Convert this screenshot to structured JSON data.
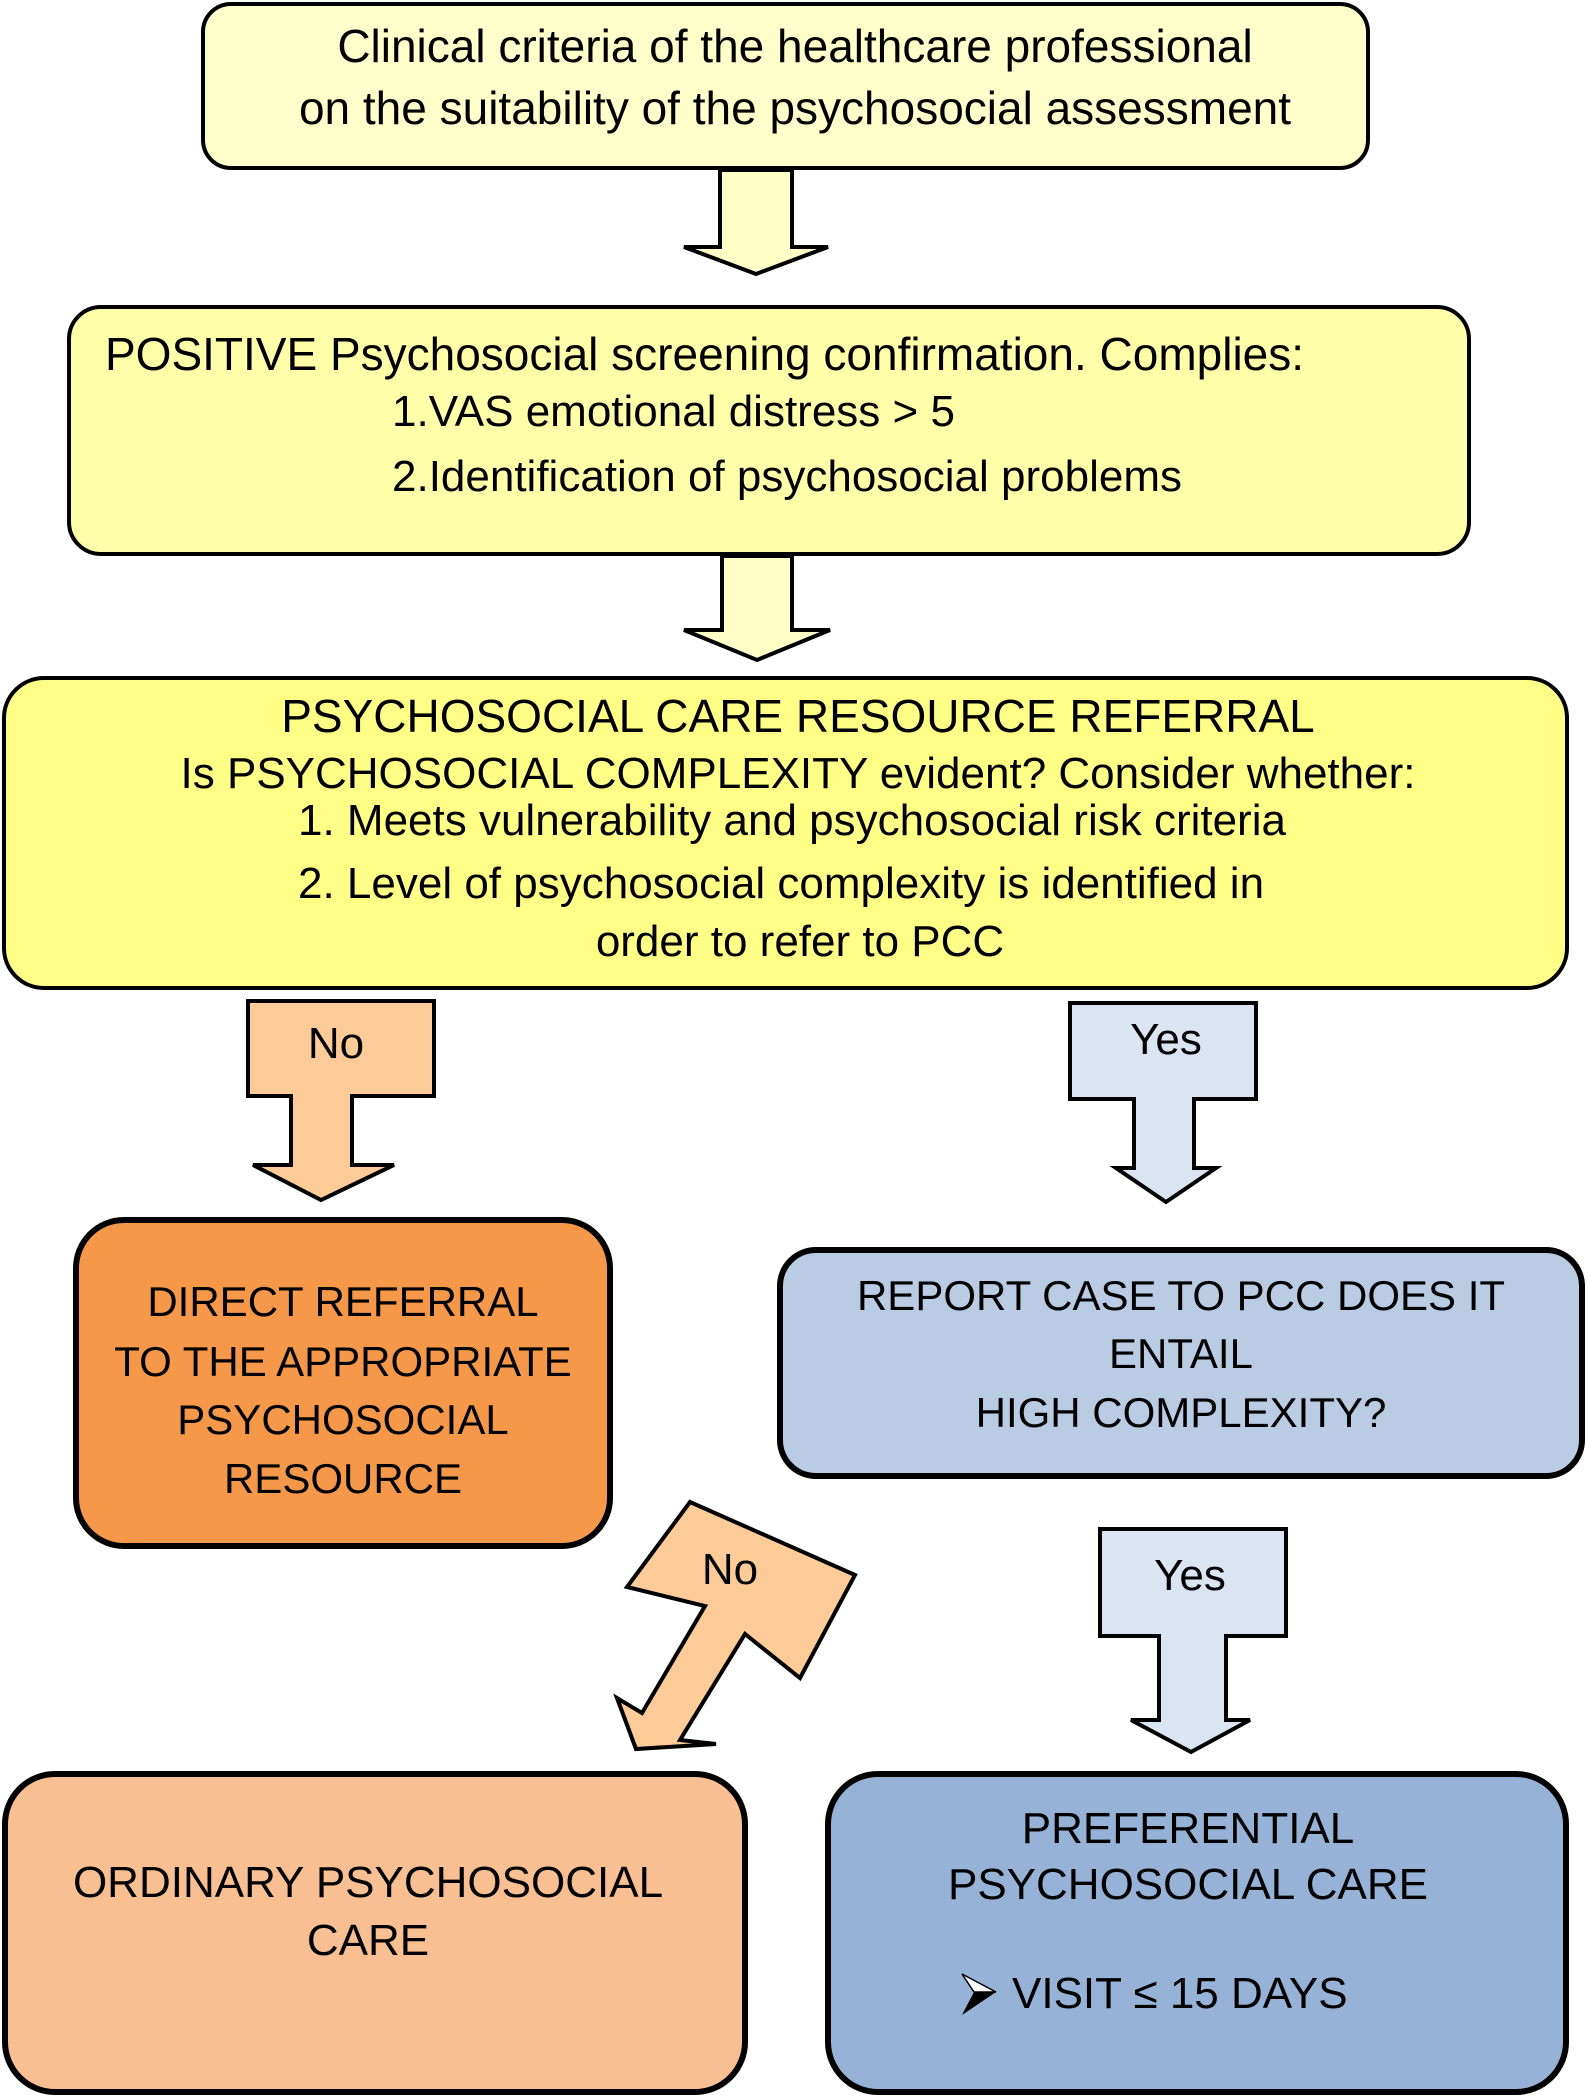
{
  "colors": {
    "box_light_cream": "#FFFFCC",
    "box_cream": "#FFFFAA",
    "box_yellow": "#FFFF88",
    "arrow_yellow": "#FFFFC8",
    "box_orange_dark": "#F5984A",
    "box_orange_light": "#F8C092",
    "arrow_orange": "#FCCB98",
    "box_blue_light": "#B9CCE4",
    "box_blue": "#96B3D7",
    "arrow_blue": "#DBE5F1"
  },
  "nodes": {
    "clinical_criteria": {
      "lines": [
        "Clinical criteria of the healthcare professional",
        "on the suitability of the psychosocial assessment"
      ]
    },
    "positive_screening": {
      "title": "POSITIVE Psychosocial screening confirmation. Complies:",
      "items": [
        "1.VAS emotional distress > 5",
        "2.Identification of psychosocial problems"
      ]
    },
    "care_resource_referral": {
      "title": "PSYCHOSOCIAL CARE RESOURCE REFERRAL",
      "question": "Is PSYCHOSOCIAL COMPLEXITY evident? Consider whether:",
      "items": [
        "1. Meets vulnerability and psychosocial risk criteria",
        "2. Level of psychosocial complexity is identified in",
        "order to refer to PCC"
      ]
    },
    "direct_referral": {
      "lines": [
        "DIRECT REFERRAL",
        "TO THE APPROPRIATE",
        "PSYCHOSOCIAL",
        "RESOURCE"
      ]
    },
    "report_case": {
      "lines": [
        "REPORT CASE TO PCC DOES IT",
        "ENTAIL",
        "HIGH COMPLEXITY?"
      ]
    },
    "ordinary_care": {
      "lines": [
        "ORDINARY PSYCHOSOCIAL",
        "CARE"
      ]
    },
    "preferential_care": {
      "lines": [
        "PREFERENTIAL",
        "PSYCHOSOCIAL CARE"
      ],
      "bullet_icon": "arrowhead-bullet",
      "bullet": "VISIT ≤ 15 DAYS"
    }
  },
  "edges": {
    "no_to_direct": "No",
    "yes_to_report": "Yes",
    "no_to_ordinary": "No",
    "yes_to_preferential": "Yes"
  }
}
